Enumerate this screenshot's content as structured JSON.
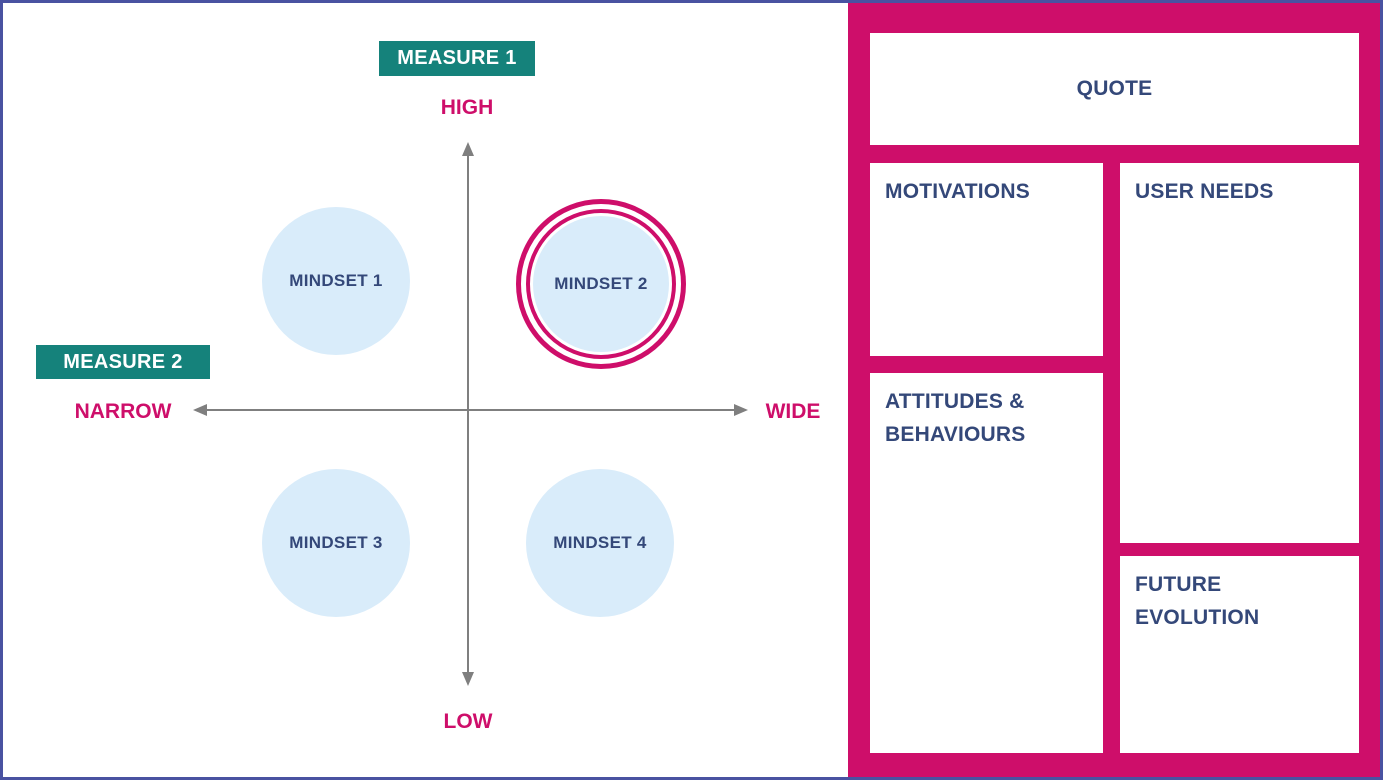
{
  "matrix": {
    "measure1_label": "MEASURE 1",
    "high_label": "HIGH",
    "low_label": "LOW",
    "measure2_label": "MEASURE 2",
    "narrow_label": "NARROW",
    "wide_label": "WIDE",
    "mindsets": [
      {
        "label": "MINDSET 1",
        "highlighted": false
      },
      {
        "label": "MINDSET 2",
        "highlighted": true
      },
      {
        "label": "MINDSET 3",
        "highlighted": false
      },
      {
        "label": "MINDSET 4",
        "highlighted": false
      }
    ]
  },
  "panel": {
    "quote_label": "QUOTE",
    "motivations_label": "MOTIVATIONS",
    "user_needs_label": "USER NEEDS",
    "attitudes_label": "ATTITUDES & BEHAVIOURS",
    "future_label": "FUTURE EVOLUTION"
  },
  "colors": {
    "magenta": "#CE0E6A",
    "teal": "#15827B",
    "navy": "#344879",
    "circle_blue": "#D9ECFA",
    "axis_gray": "#7F7F7F",
    "frame_border": "#4952A1"
  }
}
